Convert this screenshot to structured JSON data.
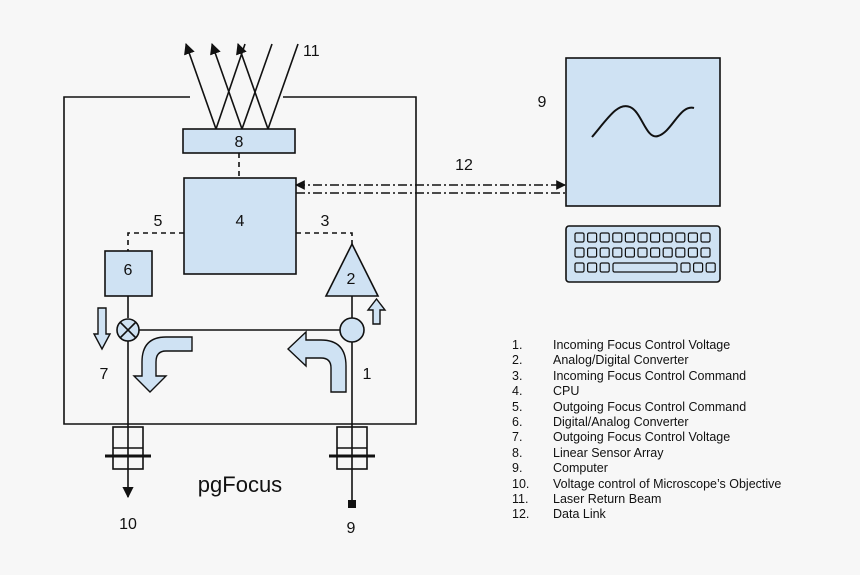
{
  "device": {
    "title": "pgFocus",
    "node_labels": {
      "sensor": "8",
      "cpu": "4",
      "dac": "6",
      "adc": "2",
      "computer": "9"
    },
    "link_labels": {
      "laser": "11",
      "outgoing_command": "5",
      "incoming_command": "3",
      "data_link": "12",
      "outgoing_voltage": "7",
      "incoming_voltage": "1",
      "output_terminal": "10",
      "input_terminal": "9"
    }
  },
  "legend": [
    {
      "num": "1.",
      "text": "Incoming Focus Control Voltage"
    },
    {
      "num": "2.",
      "text": "Analog/Digital Converter"
    },
    {
      "num": "3.",
      "text": "Incoming Focus Control Command"
    },
    {
      "num": "4.",
      "text": "CPU"
    },
    {
      "num": "5.",
      "text": "Outgoing Focus Control Command"
    },
    {
      "num": "6.",
      "text": "Digital/Analog Converter"
    },
    {
      "num": "7.",
      "text": "Outgoing Focus Control Voltage"
    },
    {
      "num": "8.",
      "text": "Linear Sensor Array"
    },
    {
      "num": "9.",
      "text": "Computer"
    },
    {
      "num": "10.",
      "text": "Voltage control of Microscope’s Objective"
    },
    {
      "num": "11.",
      "text": "Laser Return Beam"
    },
    {
      "num": "12.",
      "text": "Data Link"
    }
  ],
  "colors": {
    "component_fill": "#cfe2f3",
    "line": "#111111",
    "background": "#f7f7f7"
  }
}
